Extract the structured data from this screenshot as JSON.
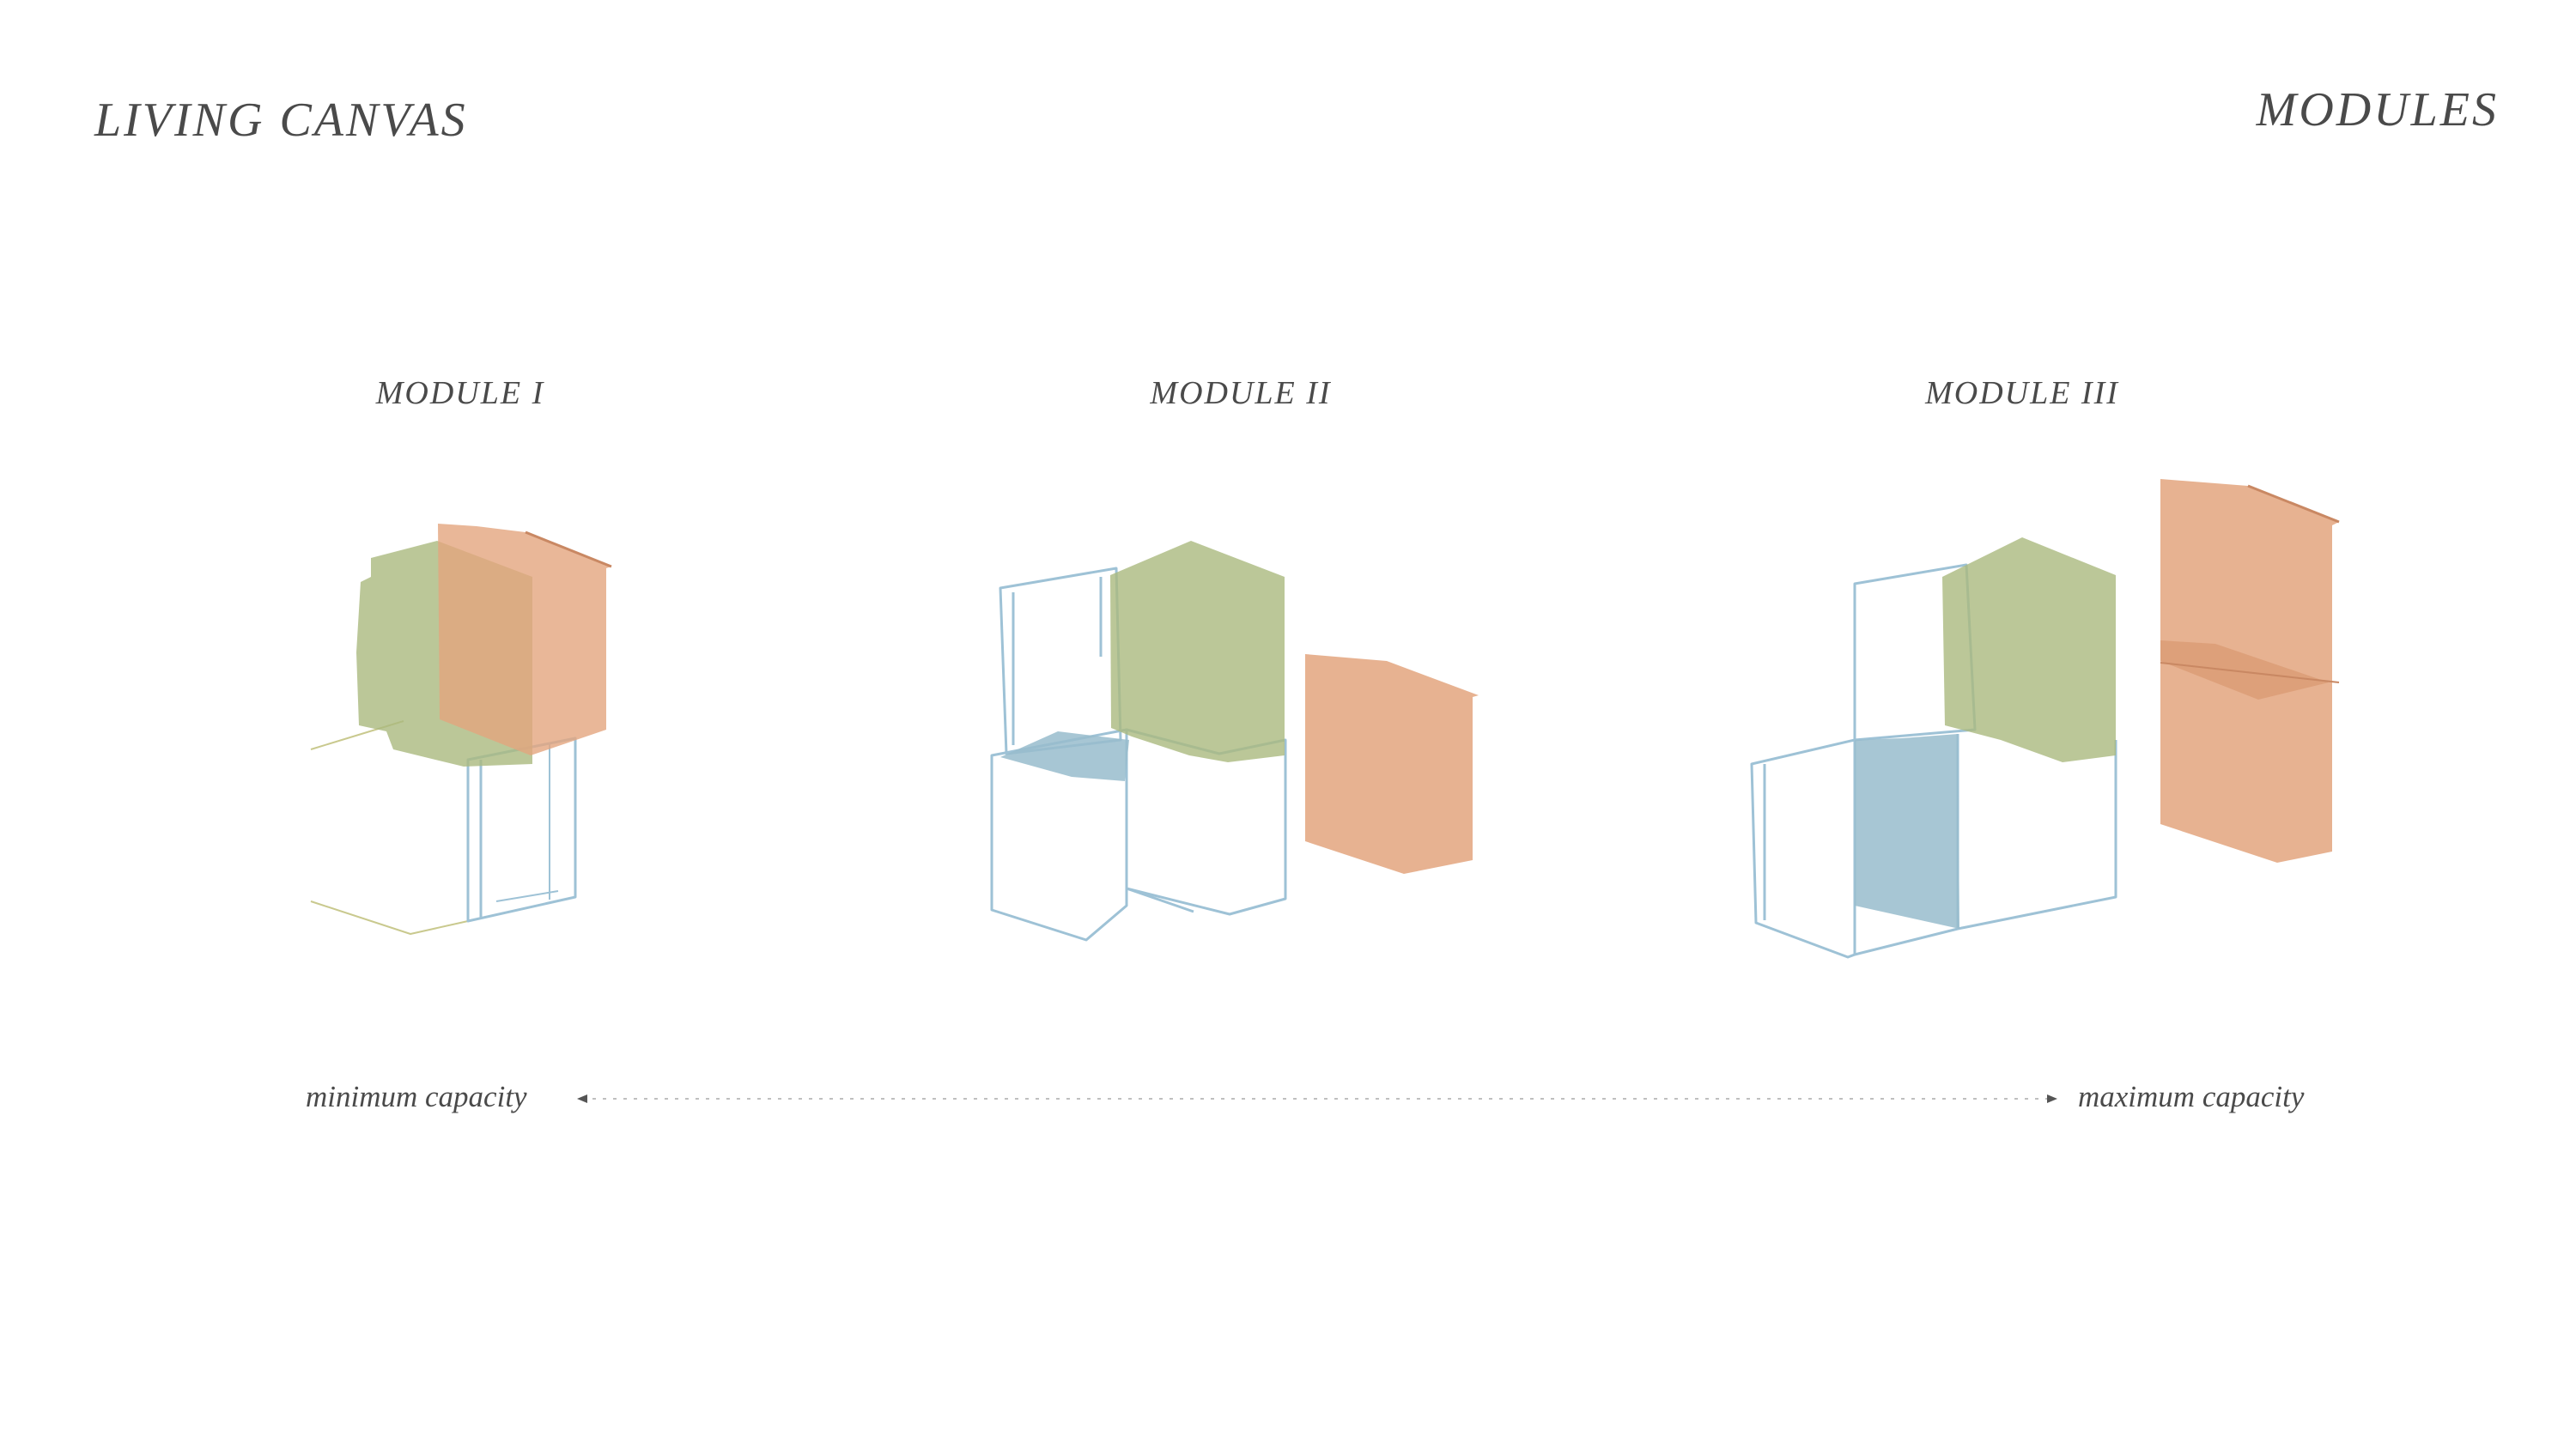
{
  "header": {
    "brand": "LIVING CANVAS",
    "section_title": "MODULES"
  },
  "modules": [
    {
      "label": "MODULE I"
    },
    {
      "label": "MODULE II"
    },
    {
      "label": "MODULE III"
    }
  ],
  "scale": {
    "min_label": "minimum capacity",
    "max_label": "maximum capacity"
  },
  "colors": {
    "green": "#aab97e",
    "orange": "#e3a57e",
    "blue": "#98bccd",
    "outline": "#9ec2d6",
    "text": "#4a4a4a"
  }
}
